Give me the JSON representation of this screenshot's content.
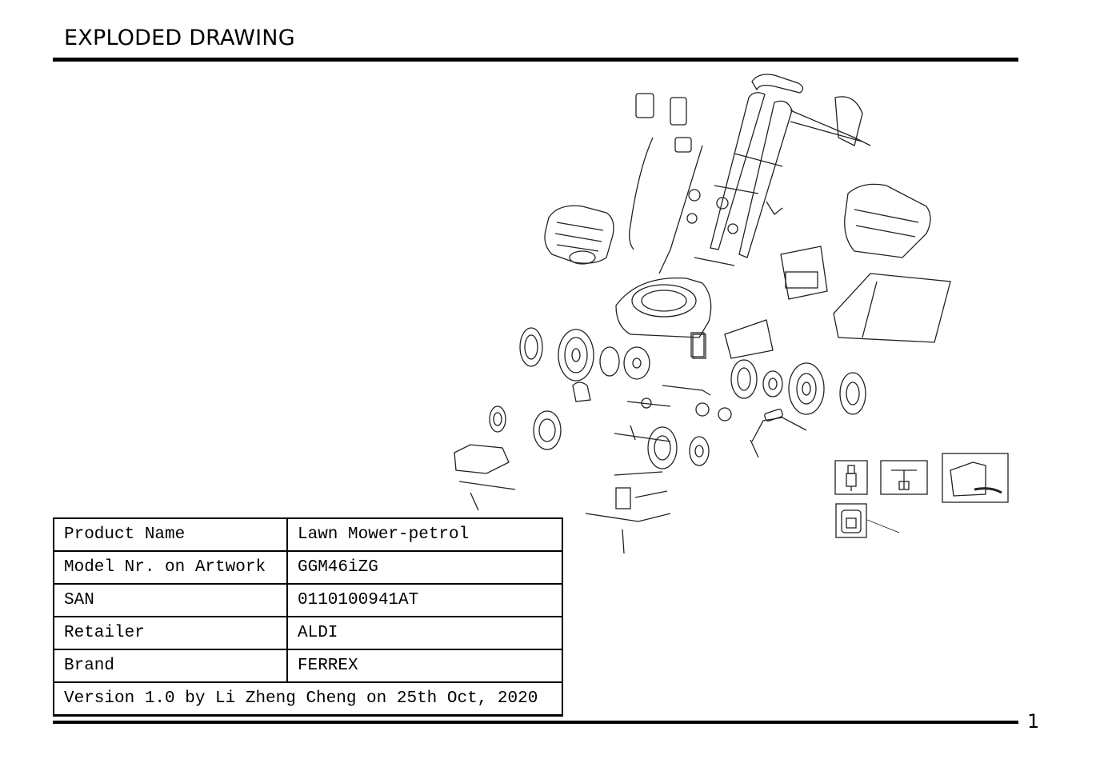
{
  "page": {
    "title": "EXPLODED DRAWING",
    "page_number": "1"
  },
  "drawing": {
    "icons": [
      "lawn-mower-exploded-drawing",
      "spark-plug-icon",
      "spark-plug-wrench-icon",
      "fuel-can-icon",
      "oil-bottle-icon"
    ]
  },
  "info_table": {
    "rows": [
      {
        "label": "Product Name",
        "value": "Lawn Mower-petrol"
      },
      {
        "label": "Model Nr. on Artwork",
        "value": "GGM46iZG"
      },
      {
        "label": "SAN",
        "value": "0110100941AT"
      },
      {
        "label": "Retailer",
        "value": "ALDI"
      },
      {
        "label": "Brand",
        "value": "FERREX"
      }
    ],
    "version": "Version 1.0 by Li Zheng Cheng on 25th Oct, 2020"
  }
}
